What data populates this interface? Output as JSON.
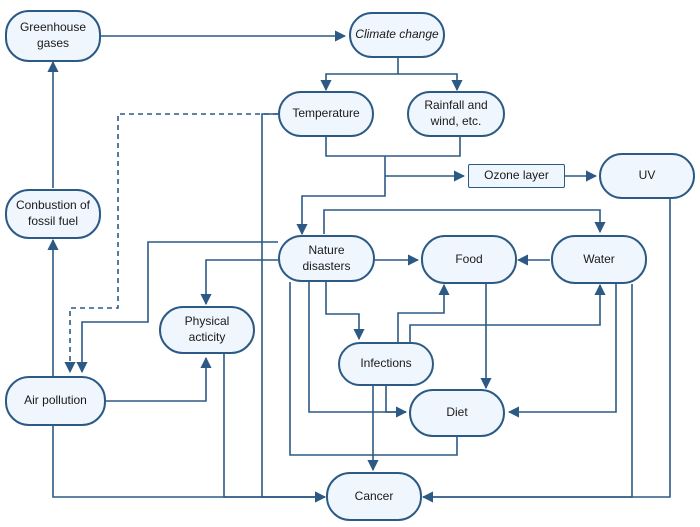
{
  "colors": {
    "stroke": "#2c5a85",
    "fill": "#f0f6fd"
  },
  "nodes": {
    "greenhouse": "Greenhouse gases",
    "climate": "Climate change",
    "temperature": "Temperature",
    "rainfall": "Rainfall and wind, etc.",
    "ozone": "Ozone layer",
    "uv": "UV",
    "combustion": "Conbustion of fossil fuel",
    "nature": "Nature disasters",
    "food": "Food",
    "water": "Water",
    "physical": "Physical acticity",
    "infections": "Infections",
    "air": "Air pollution",
    "diet": "Diet",
    "cancer": "Cancer"
  }
}
